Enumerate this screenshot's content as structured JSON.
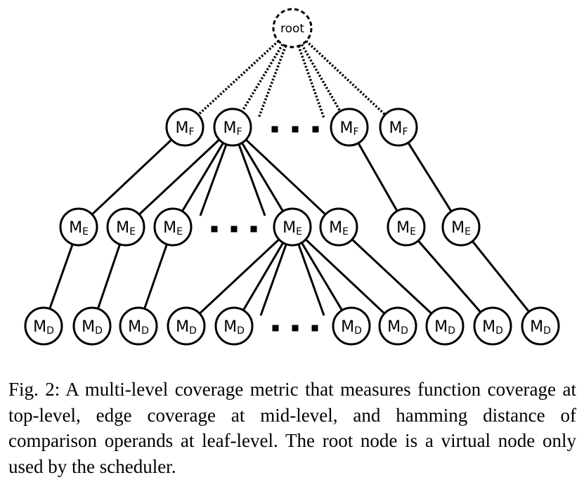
{
  "root": {
    "label": "root"
  },
  "levels": {
    "top": {
      "base": "M",
      "sub": "F"
    },
    "mid": {
      "base": "M",
      "sub": "E"
    },
    "leaf": {
      "base": "M",
      "sub": "D"
    }
  },
  "caption": {
    "fig_label": "Fig. 2:",
    "text": "A multi-level coverage metric that measures function coverage at top-level, edge coverage at mid-level, and hamming distance of comparison operands at leaf-level. The root node is a virtual node only used by the scheduler."
  }
}
